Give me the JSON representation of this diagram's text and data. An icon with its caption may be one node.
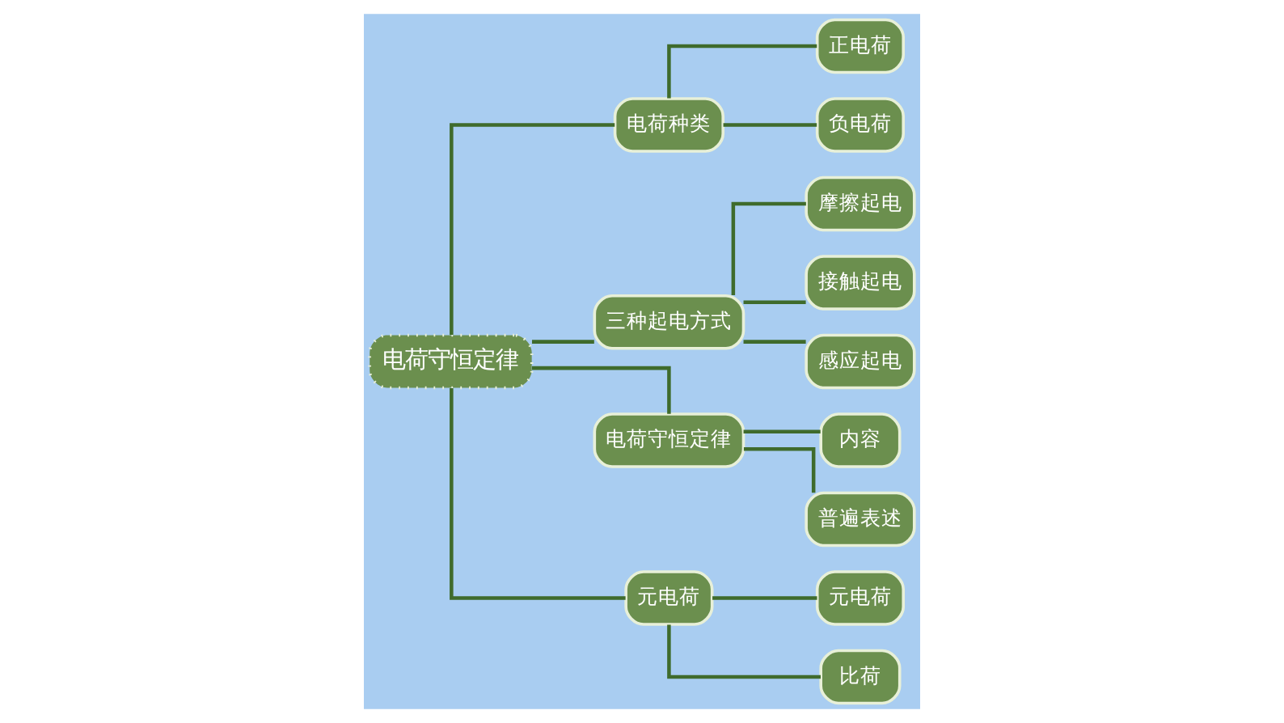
{
  "diagram": {
    "nodes": [
      {
        "text": [
          "电荷守恒定律"
        ]
      },
      {
        "text": [
          "电荷种类"
        ]
      },
      {
        "text": [
          "正电荷"
        ]
      },
      {
        "text": [
          "负电荷"
        ]
      },
      {
        "text": [
          "三种起电方式"
        ]
      },
      {
        "text": [
          "摩擦起电"
        ]
      },
      {
        "text": [
          "接触起电"
        ]
      },
      {
        "text": [
          "感应起电"
        ]
      },
      {
        "text": [
          "电荷守恒定律"
        ]
      },
      {
        "text": [
          "内容"
        ]
      },
      {
        "text": [
          "普遍表述"
        ]
      },
      {
        "text": [
          "元电荷"
        ]
      },
      {
        "text": [
          "元电荷"
        ]
      },
      {
        "text": [
          "比荷"
        ]
      }
    ],
    "edges": [
      {
        "from": 0,
        "to": 1,
        "arrow": "none"
      },
      {
        "from": 0,
        "to": 4,
        "arrow": "none"
      },
      {
        "from": 0,
        "to": 8,
        "arrow": "none"
      },
      {
        "from": 0,
        "to": 11,
        "arrow": "none"
      },
      {
        "from": 1,
        "to": 2,
        "arrow": "none"
      },
      {
        "from": 1,
        "to": 3,
        "arrow": "none"
      },
      {
        "from": 4,
        "to": 5,
        "arrow": "none"
      },
      {
        "from": 4,
        "to": 6,
        "arrow": "none"
      },
      {
        "from": 4,
        "to": 7,
        "arrow": "none"
      },
      {
        "from": 8,
        "to": 9,
        "arrow": "none"
      },
      {
        "from": 8,
        "to": 10,
        "arrow": "none"
      },
      {
        "from": 11,
        "to": 12,
        "arrow": "none"
      },
      {
        "from": 11,
        "to": 13,
        "arrow": "none"
      }
    ]
  }
}
